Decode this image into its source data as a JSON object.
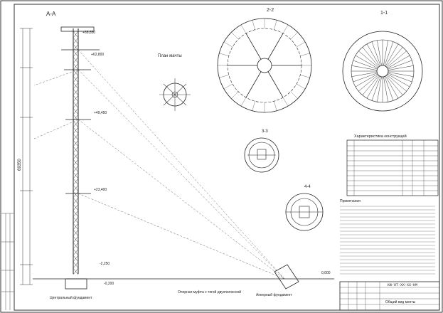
{
  "section_aa": {
    "title": "А-А"
  },
  "section_22": {
    "title": "2-2"
  },
  "section_11": {
    "title": "1-1"
  },
  "section_33": {
    "title": "3-3"
  },
  "section_44": {
    "title": "4-4"
  },
  "plan_label": "План мачты",
  "elevations": [
    "+68,850",
    "+62,800",
    "+49,450",
    "+23,400",
    "-2,250",
    "-0,200",
    "0,000"
  ],
  "left_dimension": "69350",
  "foundation_labels": {
    "left": "Центральный фундамент",
    "center": "Опорная муфта с тягой двухполюсной",
    "right": "Анкерный фундамент"
  },
  "table": {
    "title": "Характеристика конструкций"
  },
  "notes_header": "Примечания",
  "stamp": {
    "code": "КЖ-ОТ-ХХ-ХХ-КМ",
    "sheet_title": "Общий вид мачты"
  }
}
